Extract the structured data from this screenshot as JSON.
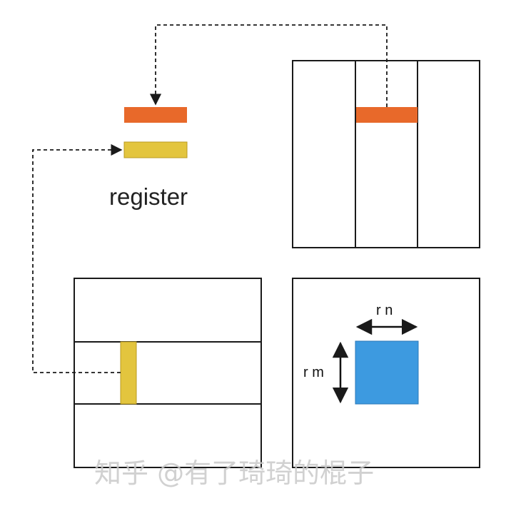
{
  "register_label": "register",
  "rn_label": "r n",
  "rm_label": "r m",
  "watermark": "知乎 @有了琦琦的棍子",
  "colors": {
    "orange": "#E8692A",
    "yellow": "#E3C53E",
    "blue": "#3D9AE0",
    "stroke": "#1a1a1a",
    "connector": "#1a1a1a"
  }
}
